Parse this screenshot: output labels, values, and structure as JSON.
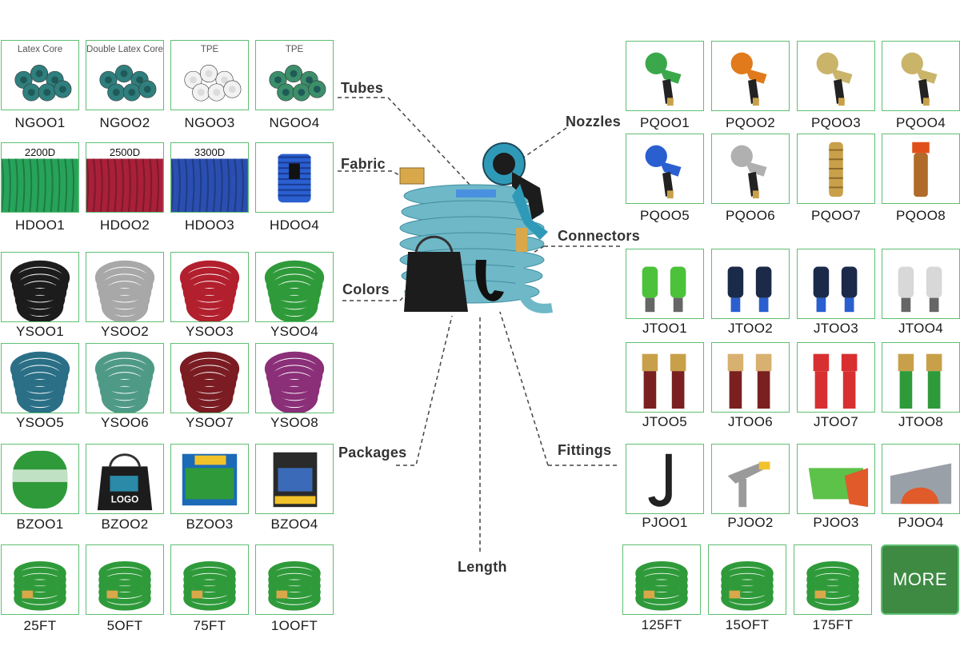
{
  "categories": {
    "tubes": "Tubes",
    "fabric": "Fabric",
    "colors": "Colors",
    "packages": "Packages",
    "length": "Length",
    "nozzles": "Nozzles",
    "connectors": "Connectors",
    "fittings": "Fittings"
  },
  "tubes": [
    {
      "caption": "Latex Core",
      "code": "NGOO1",
      "color": "#2f7f7e"
    },
    {
      "caption": "Double Latex Core",
      "code": "NGOO2",
      "color": "#2f7f7e"
    },
    {
      "caption": "TPE",
      "code": "NGOO3",
      "color": "#f2f2f2"
    },
    {
      "caption": "TPE",
      "code": "NGOO4",
      "color": "#3c8f6a"
    }
  ],
  "fabric": [
    {
      "caption": "2200D",
      "code": "HDOO1",
      "color": "#27a35a"
    },
    {
      "caption": "2500D",
      "code": "HDOO2",
      "color": "#a8203a"
    },
    {
      "caption": "3300D",
      "code": "HDOO3",
      "color": "#2a4fb0"
    },
    {
      "caption": "",
      "code": "HDOO4",
      "color": "#2a5fd0"
    }
  ],
  "colors": [
    {
      "code": "YSOO1",
      "color": "#1c1c1c"
    },
    {
      "code": "YSOO2",
      "color": "#a8a8a8"
    },
    {
      "code": "YSOO3",
      "color": "#b21f2d"
    },
    {
      "code": "YSOO4",
      "color": "#2f9a3a"
    },
    {
      "code": "YSOO5",
      "color": "#2a6f86"
    },
    {
      "code": "YSOO6",
      "color": "#4f9a86"
    },
    {
      "code": "YSOO7",
      "color": "#7a1c22"
    },
    {
      "code": "YSOO8",
      "color": "#8a2f78"
    }
  ],
  "packages": [
    {
      "code": "BZOO1",
      "label": ""
    },
    {
      "code": "BZOO2",
      "label": "LOGO"
    },
    {
      "code": "BZOO3",
      "label": ""
    },
    {
      "code": "BZOO4",
      "label": ""
    }
  ],
  "lengths_left": [
    "25FT",
    "5OFT",
    "75FT",
    "1OOFT"
  ],
  "lengths_right": [
    "125FT",
    "15OFT",
    "175FT"
  ],
  "more_label": "MORE",
  "nozzles": [
    {
      "code": "PQOO1",
      "color": "#3aa84a"
    },
    {
      "code": "PQOO2",
      "color": "#e07a1a"
    },
    {
      "code": "PQOO3",
      "color": "#c9b46a"
    },
    {
      "code": "PQOO4",
      "color": "#c9b46a"
    },
    {
      "code": "PQOO5",
      "color": "#2a5fd0"
    },
    {
      "code": "PQOO6",
      "color": "#b0b0b0"
    },
    {
      "code": "PQOO7",
      "color": "#c9a04a"
    },
    {
      "code": "PQOO8",
      "color": "#b06a2a"
    }
  ],
  "connectors": [
    {
      "code": "JTOO1",
      "color": "#4cc23a"
    },
    {
      "code": "JTOO2",
      "color": "#1c2a4a"
    },
    {
      "code": "JTOO3",
      "color": "#1c2a4a"
    },
    {
      "code": "JTOO4",
      "color": "#d8d8d8"
    },
    {
      "code": "JTOO5",
      "color": "#c9a04a"
    },
    {
      "code": "JTOO6",
      "color": "#d8b070"
    },
    {
      "code": "JTOO7",
      "color": "#d83030"
    },
    {
      "code": "JTOO8",
      "color": "#c9a04a"
    }
  ],
  "fittings": [
    {
      "code": "PJOO1",
      "color": "#222222"
    },
    {
      "code": "PJOO2",
      "color": "#9a9a9a"
    },
    {
      "code": "PJOO3",
      "color": "#5cc24a"
    },
    {
      "code": "PJOO4",
      "color": "#9aa0a8"
    }
  ],
  "colors_theme": {
    "tile_border": "#5fbf72",
    "more_bg": "#3e8a43",
    "hose_green": "#2f9a3a"
  }
}
